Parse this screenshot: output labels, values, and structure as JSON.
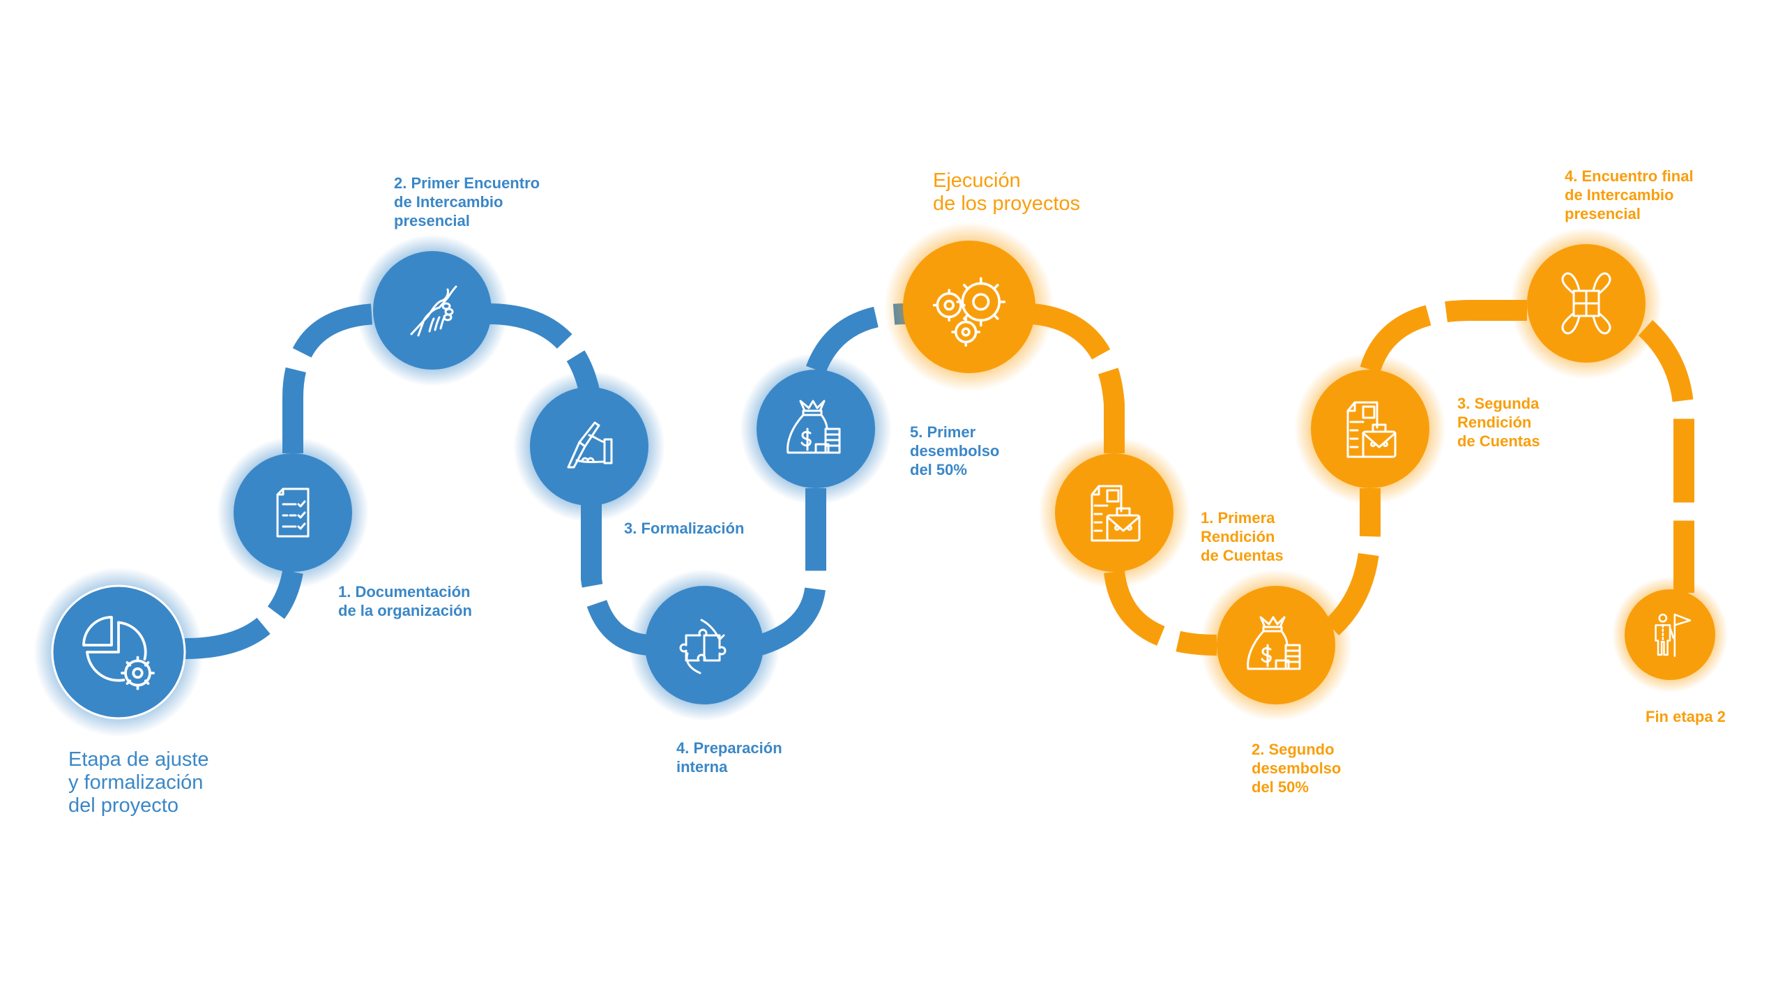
{
  "colors": {
    "blue": "#3a87c7",
    "orange": "#f99e0b",
    "icon_stroke": "#ffffff",
    "background": "#ffffff"
  },
  "phases": [
    {
      "id": "phase-1",
      "title": "Etapa de ajuste\ny formalización\ndel proyecto",
      "color": "blue",
      "icon": "pie-chart-gear-icon"
    },
    {
      "id": "phase-2",
      "title": "Ejecución\nde los proyectos",
      "color": "orange",
      "icon": "gears-icon"
    }
  ],
  "steps_phase_1": [
    {
      "label": "1. Documentación\nde la organización",
      "icon": "checklist-document-icon"
    },
    {
      "label": "2. Primer Encuentro\nde Intercambio\npresencial",
      "icon": "handshake-icon"
    },
    {
      "label": "3. Formalización",
      "icon": "hand-signing-icon"
    },
    {
      "label": "4. Preparación\ninterna",
      "icon": "hands-puzzle-icon"
    },
    {
      "label": "5. Primer\ndesembolso\ndel 50%",
      "icon": "money-bag-icon"
    }
  ],
  "steps_phase_2": [
    {
      "label": "1. Primera\nRendición\nde Cuentas",
      "icon": "document-briefcase-icon"
    },
    {
      "label": "2. Segundo\ndesembolso\ndel 50%",
      "icon": "money-bag-icon"
    },
    {
      "label": "3. Segunda\nRendición\nde Cuentas",
      "icon": "document-briefcase-icon"
    },
    {
      "label": "4. Encuentro final\nde Intercambio\npresencial",
      "icon": "four-hands-puzzle-icon"
    }
  ],
  "end": {
    "label": "Fin etapa 2",
    "icon": "person-flag-icon"
  }
}
